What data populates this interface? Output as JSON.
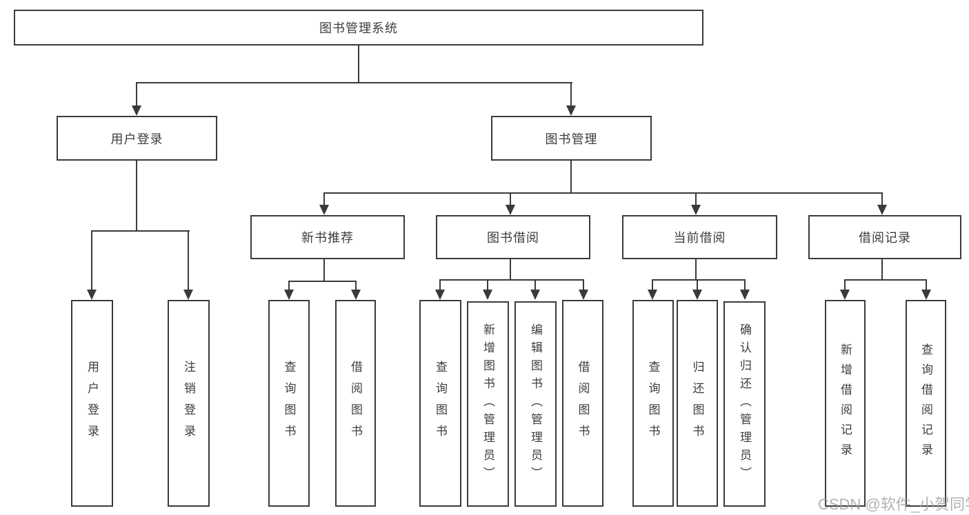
{
  "colors": {
    "line": "#3a3a3a",
    "text": "#3c3c3c",
    "watermark": "#9e9e9e",
    "background": "#ffffff"
  },
  "root": {
    "label": "图书管理系统"
  },
  "level2": {
    "user_login": {
      "label": "用户登录"
    },
    "book_management": {
      "label": "图书管理"
    }
  },
  "level3": {
    "new_book_recommend": {
      "label": "新书推荐"
    },
    "book_borrowing": {
      "label": "图书借阅"
    },
    "current_borrowing": {
      "label": "当前借阅"
    },
    "borrowing_records": {
      "label": "借阅记录"
    }
  },
  "level4": {
    "user_login_leaf": {
      "label": "用户登录"
    },
    "logout": {
      "label": "注销登录"
    },
    "recommend_query_books": {
      "label": "查询图书"
    },
    "recommend_borrow_books": {
      "label": "借阅图书"
    },
    "borrowing_query_books": {
      "label": "查询图书"
    },
    "borrowing_add_books": {
      "label": "新增图书（管理员）"
    },
    "borrowing_edit_books": {
      "label": "编辑图书（管理员）"
    },
    "borrowing_borrow_books": {
      "label": "借阅图书"
    },
    "current_query_books": {
      "label": "查询图书"
    },
    "current_return_books": {
      "label": "归还图书"
    },
    "current_confirm_return": {
      "label": "确认归还（管理员）"
    },
    "records_add_record": {
      "label": "新增借阅记录"
    },
    "records_query_record": {
      "label": "查询借阅记录"
    }
  },
  "watermark": {
    "text": "CSDN @软件_小贺同学"
  }
}
